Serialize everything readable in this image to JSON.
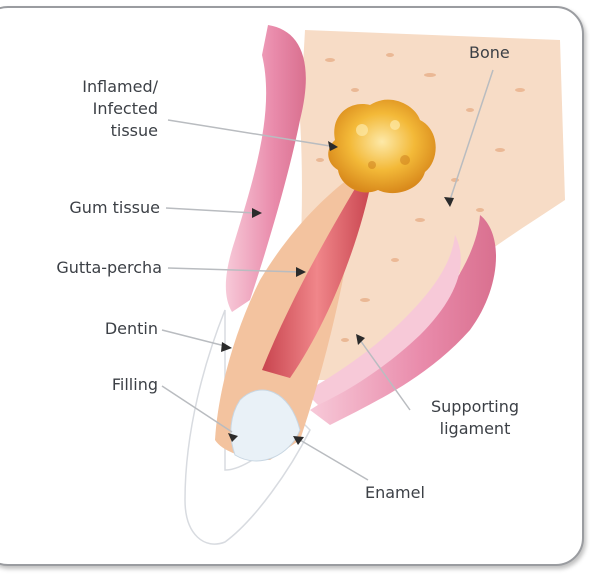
{
  "labels": {
    "bone": "Bone",
    "inflamed_1": "Inflamed/",
    "inflamed_2": "Infected",
    "inflamed_3": "tissue",
    "gum": "Gum tissue",
    "gutta": "Gutta-percha",
    "dentin": "Dentin",
    "filling": "Filling",
    "ligament_1": "Supporting",
    "ligament_2": "ligament",
    "enamel": "Enamel"
  },
  "colors": {
    "gum": "#e98bab",
    "gum_light": "#f7c9d8",
    "bone": "#f7dcc6",
    "bone_speckle": "#e8b089",
    "infection": "#f3b938",
    "dentin": "#f3c39f",
    "gutta": "#e8676f",
    "filling": "#e9f1f7",
    "enamel": "#ffffff",
    "label_text": "#3c4046",
    "leader_line": "#b9bcc0"
  }
}
